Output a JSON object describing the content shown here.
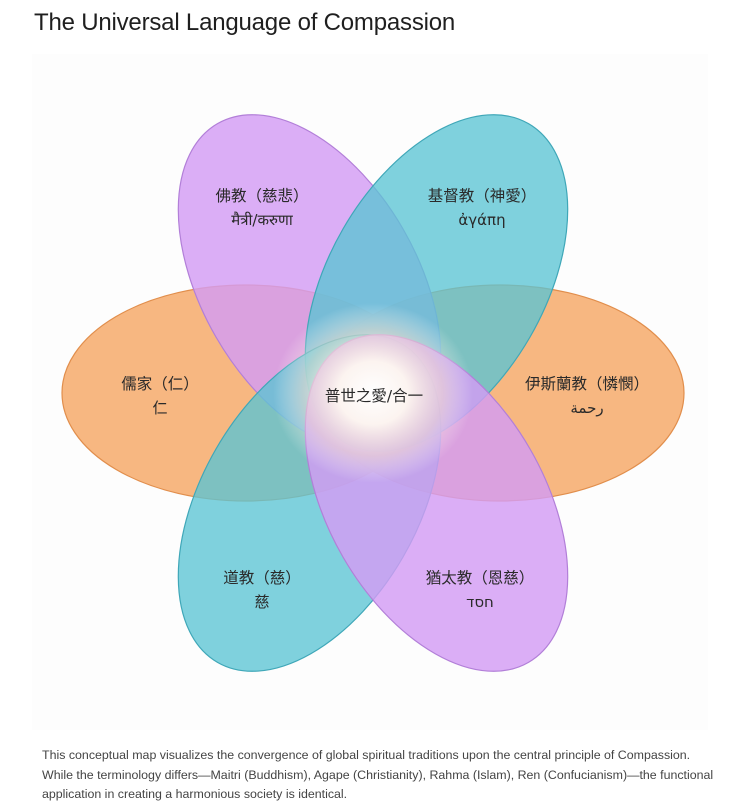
{
  "page": {
    "title": "The Universal Language of Compassion"
  },
  "diagram": {
    "center": {
      "label": "普世之愛/合一"
    },
    "petals": [
      {
        "id": "buddhism",
        "label": "佛教（慈悲）",
        "term": "मैत्री/करुणा",
        "color": "#D39CF4",
        "stroke": "#B27FD8",
        "position": "top-left"
      },
      {
        "id": "christianity",
        "label": "基督教（神愛）",
        "term": "ἀγάπη",
        "color": "#5BC4D4",
        "stroke": "#3FA7B8",
        "position": "top-right"
      },
      {
        "id": "confucianism",
        "label": "儒家（仁）",
        "term": "仁",
        "color": "#F6AD6F",
        "stroke": "#E18E4C",
        "position": "left"
      },
      {
        "id": "islam",
        "label": "伊斯蘭教（憐憫）",
        "term": "رحمة",
        "color": "#F6AD6F",
        "stroke": "#E18E4C",
        "position": "right"
      },
      {
        "id": "taoism",
        "label": "道教（慈）",
        "term": "慈",
        "color": "#5BC4D4",
        "stroke": "#3FA7B8",
        "position": "bottom-left"
      },
      {
        "id": "judaism",
        "label": "猶太教（恩慈）",
        "term": "חסד",
        "color": "#D39CF4",
        "stroke": "#B27FD8",
        "position": "bottom-right"
      }
    ]
  },
  "caption": {
    "text": "This conceptual map visualizes the convergence of global spiritual traditions upon the central principle of Compassion. While the terminology differs—Maitri (Buddhism), Agape (Christianity), Rahma (Islam), Ren (Confucianism)—the functional application in creating a harmonious society is identical."
  }
}
